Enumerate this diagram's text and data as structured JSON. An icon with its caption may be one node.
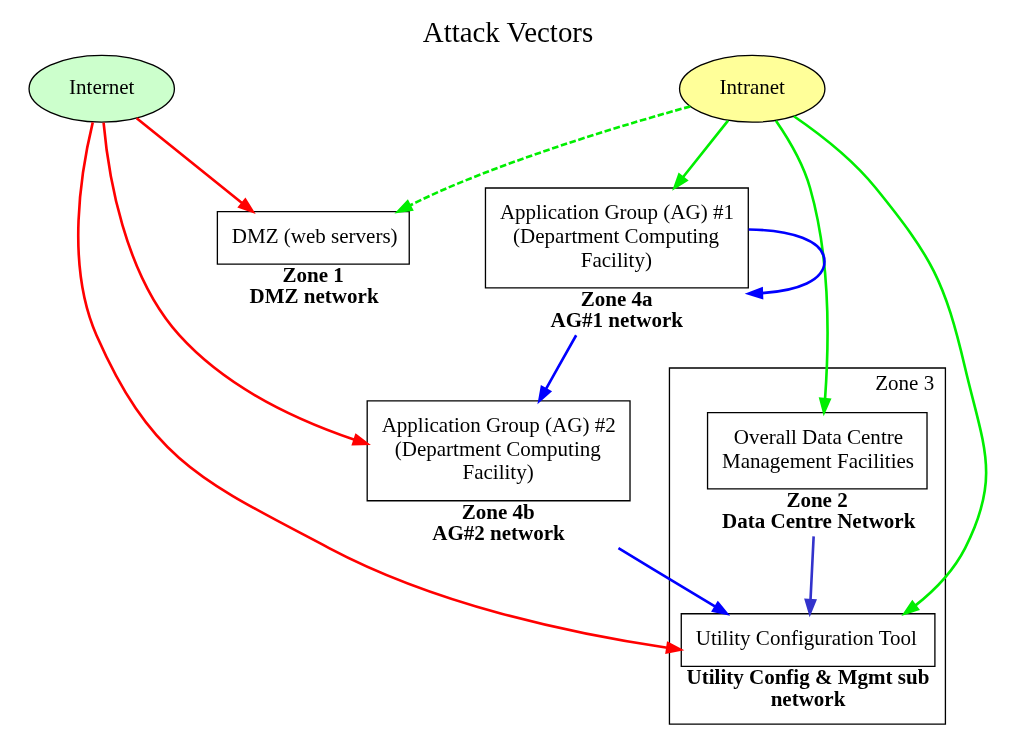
{
  "diagram": {
    "title": "Attack Vectors",
    "nodes": [
      {
        "text": [
          "Internet"
        ]
      },
      {
        "text": [
          "Intranet"
        ]
      },
      {
        "text": [
          "DMZ (web servers)"
        ],
        "beside": [
          "Zone 1",
          "DMZ network"
        ]
      },
      {
        "text": [
          "Zone 3"
        ]
      },
      {
        "text": [
          "Overall Data Centre Management Facilities"
        ],
        "in": 3,
        "beside": [
          "Zone 2",
          "Data Centre Network"
        ]
      },
      {
        "text": [
          "Utility Configuration Tool"
        ],
        "in": 3,
        "beside": [
          "Utility Config & Mgmt sub network"
        ]
      },
      {
        "text": [
          "Application Group (AG) #1 (Department Computing Facility)"
        ],
        "beside": [
          "Zone 4a",
          "AG#1 network"
        ]
      },
      {
        "text": [
          "Application Group (AG) #2 (Department Computing Facility)"
        ],
        "beside": [
          "Zone 4b",
          "AG#2 network"
        ]
      }
    ],
    "edges": [
      {
        "from": 1,
        "to": 2,
        "arrow": "to",
        "style": "dashed",
        "color": "#00ee00"
      },
      {
        "from": 0,
        "to": 2,
        "arrow": "to",
        "color": "#ff0000"
      },
      {
        "from": 1,
        "to": 4,
        "arrow": "to",
        "color": "#00ee00"
      },
      {
        "from": 1,
        "to": 5,
        "arrow": "to",
        "color": "#00ee00"
      },
      {
        "from": 0,
        "to": 5,
        "arrow": "to",
        "color": "#ff0000"
      },
      {
        "from": 0,
        "to": 7,
        "arrow": "to",
        "color": "#ff0000"
      },
      {
        "from": 1,
        "to": 6,
        "arrow": "to",
        "color": "#00ee00"
      },
      {
        "from": 4,
        "to": 5,
        "arrow": "to",
        "color": "#3333cc"
      },
      {
        "from": 7,
        "to": 5,
        "arrow": "to",
        "color": "#0000ff"
      },
      {
        "from": 6,
        "to": 6,
        "arrow": "to",
        "color": "#0000ff"
      },
      {
        "from": 6,
        "to": 7,
        "arrow": "to",
        "color": "#0000ff"
      }
    ]
  }
}
